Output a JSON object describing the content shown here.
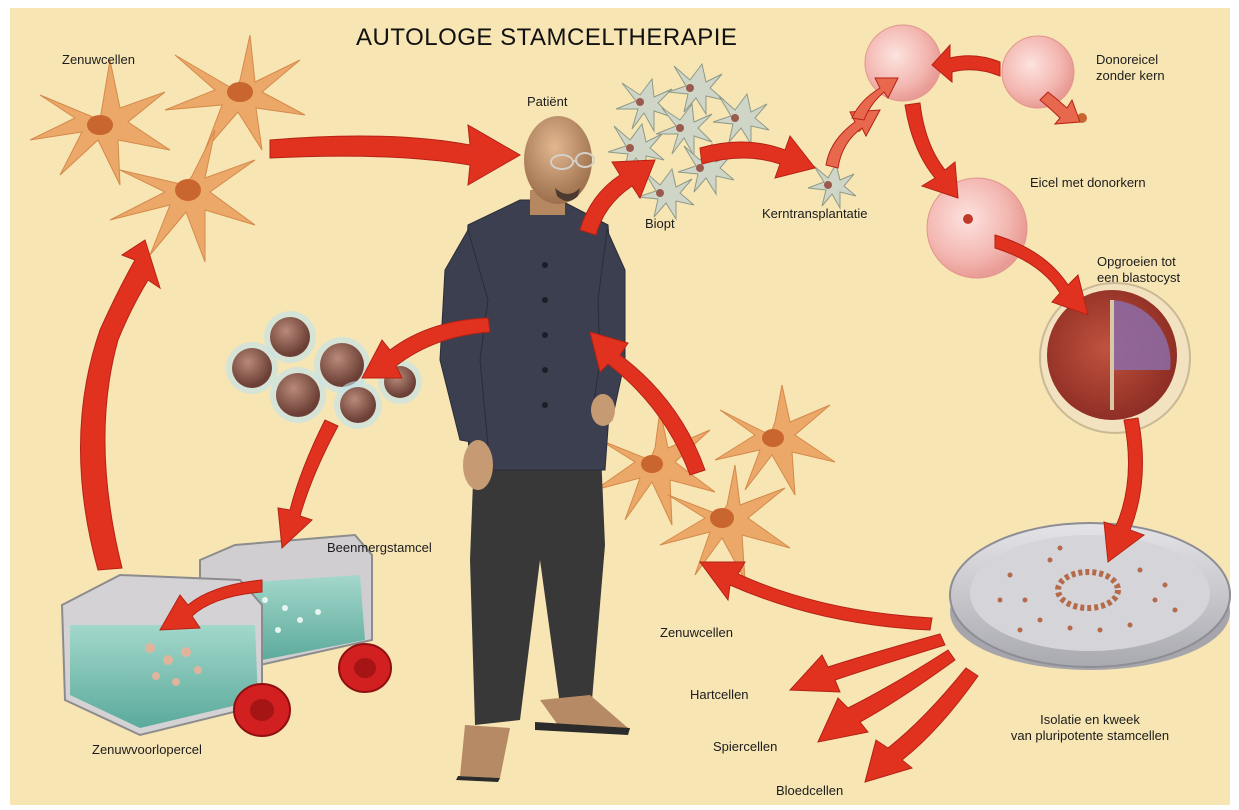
{
  "title": "AUTOLOGE STAMCELTHERAPIE",
  "labels": {
    "zenuwcellen_top": "Zenuwcellen",
    "patient": "Patiënt",
    "biopt": "Biopt",
    "kerntransplantatie": "Kerntransplantatie",
    "donoreicel_line1": "Donoreicel",
    "donoreicel_line2": "zonder kern",
    "eicel_met_donorkern": "Eicel met donorkern",
    "opgroeien_line1": "Opgroeien tot",
    "opgroeien_line2": "een blastocyst",
    "beenmergstamcel": "Beenmergstamcel",
    "zenuwcellen_mid": "Zenuwcellen",
    "hartcellen": "Hartcellen",
    "spiercellen": "Spiercellen",
    "bloedcellen": "Bloedcellen",
    "isolatie_line1": "Isolatie en kweek",
    "isolatie_line2": "van pluripotente stamcellen",
    "zenuwvoorlopercel": "Zenuwvoorlopercel"
  },
  "colors": {
    "background": "#f7e5b4",
    "arrow": "#e0321f",
    "neuron": "#eba869",
    "neuron_nucleus": "#c9652f",
    "egg": "#f3b6b0",
    "flask_liquid": "#6fc3b1",
    "cap": "#d21f1f",
    "dish": "#c9c9cd",
    "shirt": "#3b3f4f",
    "trousers": "#383838",
    "skin": "#c69a72"
  }
}
